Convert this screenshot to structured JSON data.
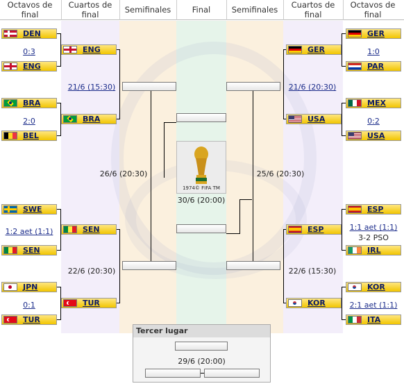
{
  "headers": {
    "r16_left": "Octavos de final",
    "qf_left": "Cuartos de final",
    "sf_left": "Semifinales",
    "final": "Final",
    "sf_right": "Semifinales",
    "qf_right": "Cuartos de final",
    "r16_right": "Octavos de final"
  },
  "left": {
    "r16": [
      {
        "name": "DEN"
      },
      {
        "name": "ENG"
      },
      {
        "name": "BRA"
      },
      {
        "name": "BEL"
      },
      {
        "name": "SWE"
      },
      {
        "name": "SEN"
      },
      {
        "name": "JPN"
      },
      {
        "name": "TUR"
      }
    ],
    "r16_scores": [
      "0:3",
      "2:0",
      "1:2 aet (1:1)",
      "0:1"
    ],
    "qf": [
      {
        "name": "ENG"
      },
      {
        "name": "BRA"
      },
      {
        "name": "SEN"
      },
      {
        "name": "TUR"
      }
    ],
    "qf_dates": [
      "21/6 (15:30)",
      "22/6 (20:30)"
    ],
    "sf_date": "26/6 (20:30)"
  },
  "right": {
    "r16": [
      {
        "name": "GER"
      },
      {
        "name": "PAR"
      },
      {
        "name": "MEX"
      },
      {
        "name": "USA"
      },
      {
        "name": "ESP"
      },
      {
        "name": "IRL"
      },
      {
        "name": "KOR"
      },
      {
        "name": "ITA"
      }
    ],
    "r16_scores": [
      "1:0",
      "0:2",
      "1:1 aet (1:1)",
      "2:1 aet (1:1)"
    ],
    "r16_extra": "3-2 PSO",
    "qf": [
      {
        "name": "GER"
      },
      {
        "name": "USA"
      },
      {
        "name": "ESP"
      },
      {
        "name": "KOR"
      }
    ],
    "qf_dates": [
      "21/6 (20:30)",
      "22/6 (15:30)"
    ],
    "sf_date": "25/6 (20:30)"
  },
  "final": {
    "date": "30/6 (20:00)",
    "trophy_caption": "1974© FIFA TM"
  },
  "third_place": {
    "title": "Tercer lugar",
    "date": "29/6 (20:00)"
  },
  "colors": {
    "team_box": "#f2c500",
    "team_text": "#0b1a66",
    "link": "#1a2b8a"
  }
}
